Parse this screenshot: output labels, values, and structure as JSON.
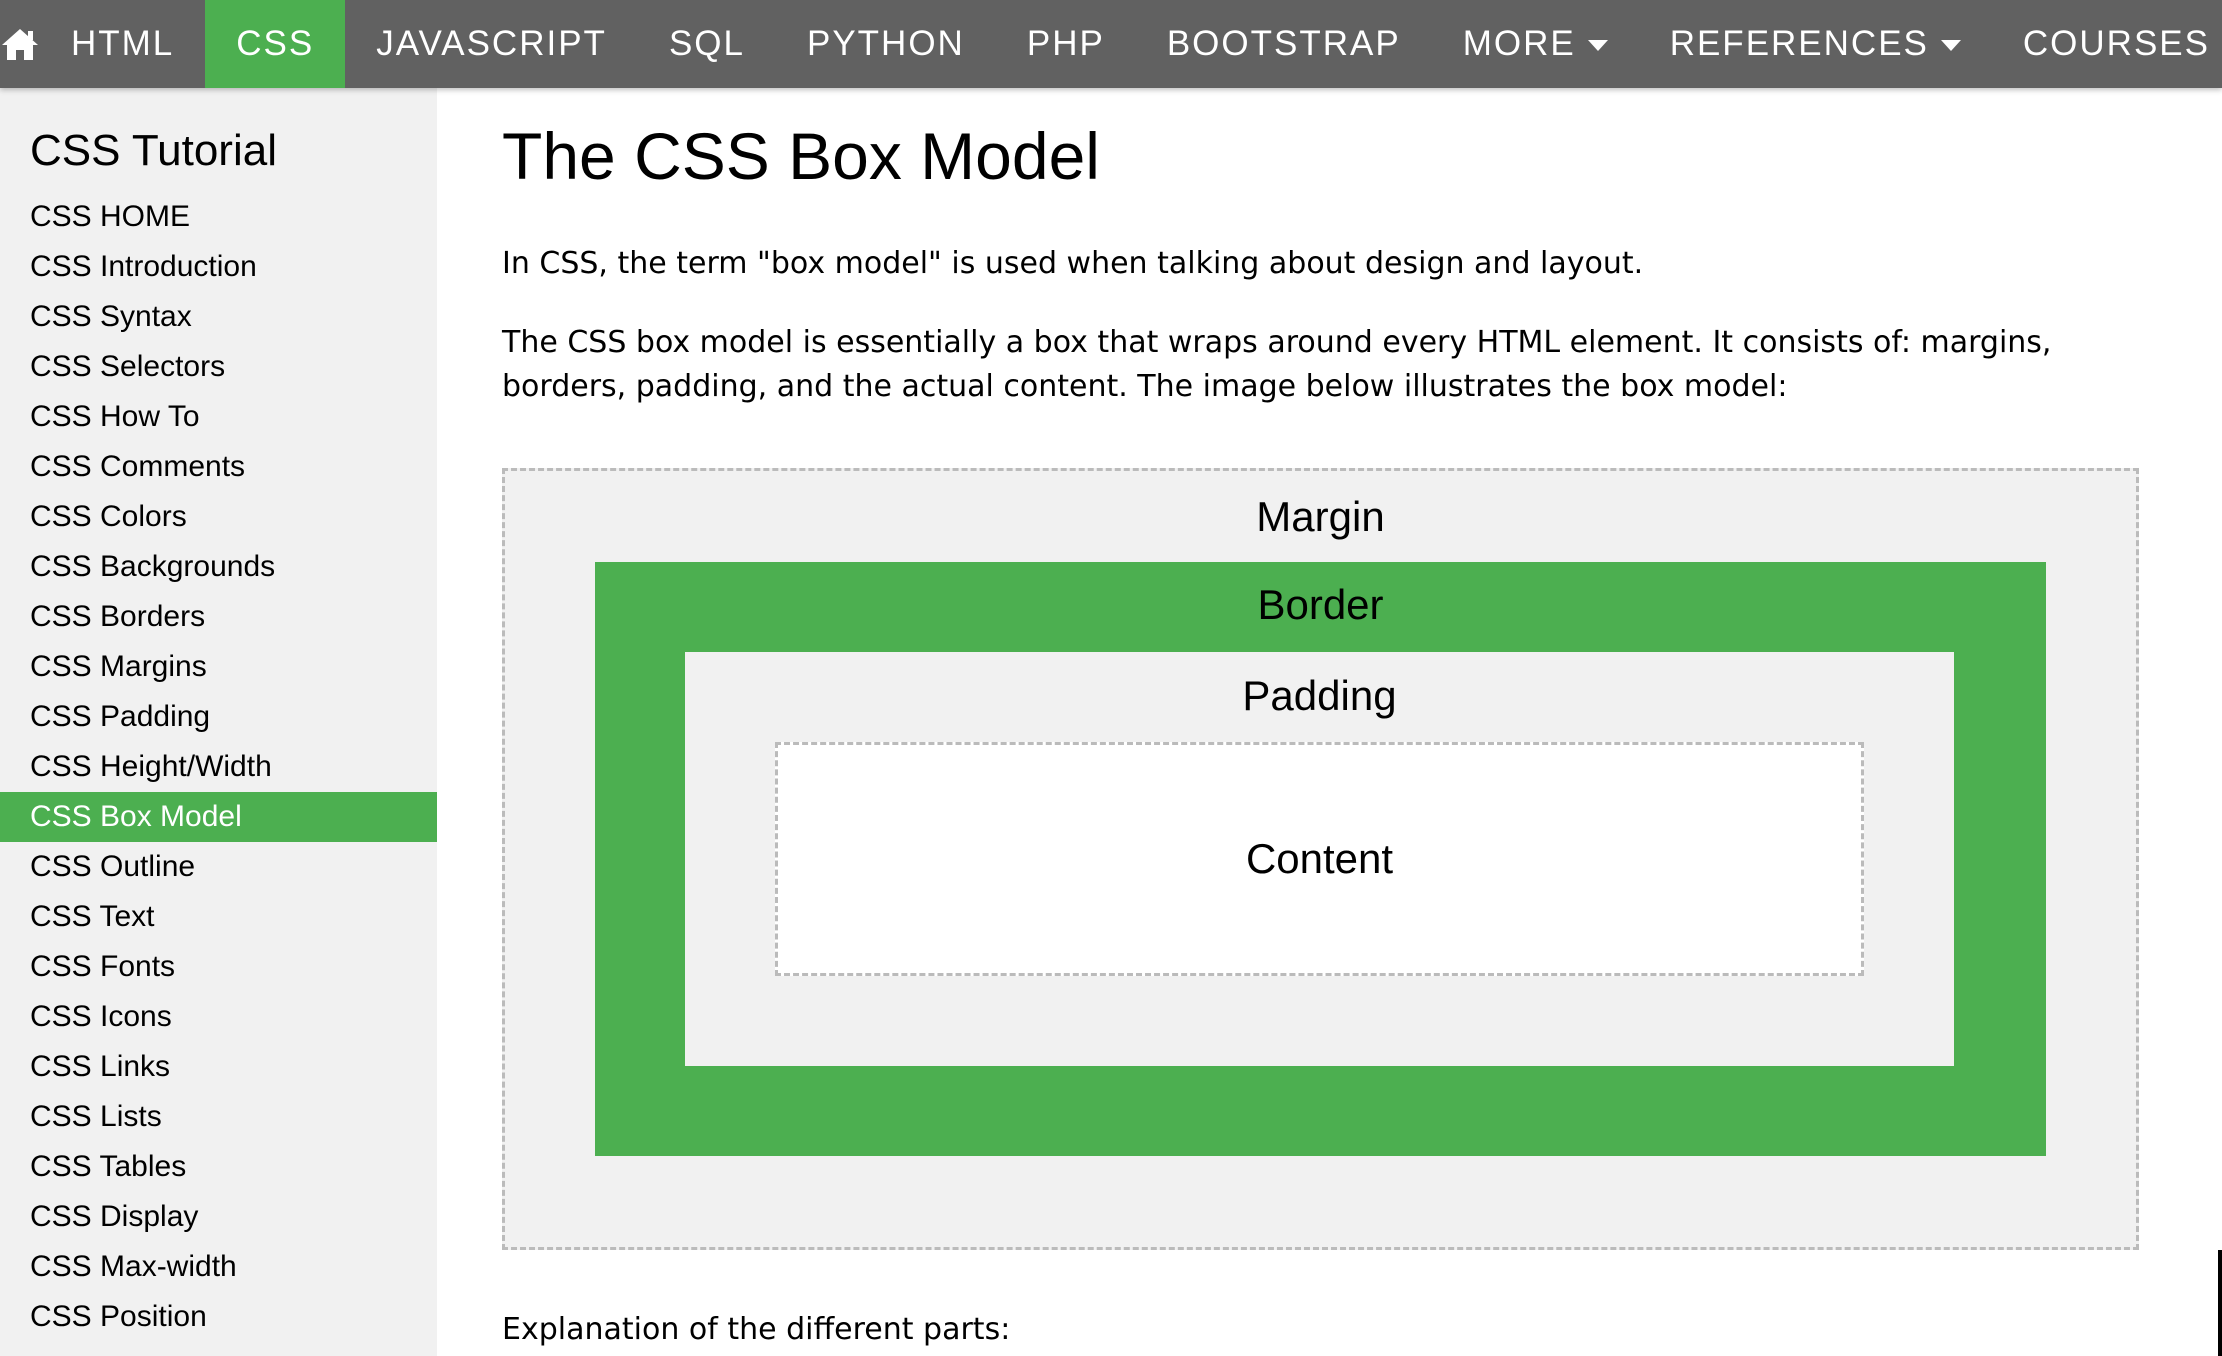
{
  "topnav": {
    "home_icon": "home-icon",
    "items": [
      {
        "label": "HTML"
      },
      {
        "label": "CSS",
        "active": true
      },
      {
        "label": "JAVASCRIPT"
      },
      {
        "label": "SQL"
      },
      {
        "label": "PYTHON"
      },
      {
        "label": "PHP"
      },
      {
        "label": "BOOTSTRAP"
      },
      {
        "label": "MORE",
        "icon": "caret-down-icon"
      },
      {
        "label": "REFERENCES",
        "icon": "caret-down-icon"
      },
      {
        "label": "COURSES"
      }
    ]
  },
  "sidebar": {
    "title": "CSS Tutorial",
    "items": [
      {
        "label": "CSS HOME"
      },
      {
        "label": "CSS Introduction"
      },
      {
        "label": "CSS Syntax"
      },
      {
        "label": "CSS Selectors"
      },
      {
        "label": "CSS How To"
      },
      {
        "label": "CSS Comments"
      },
      {
        "label": "CSS Colors"
      },
      {
        "label": "CSS Backgrounds"
      },
      {
        "label": "CSS Borders"
      },
      {
        "label": "CSS Margins"
      },
      {
        "label": "CSS Padding"
      },
      {
        "label": "CSS Height/Width"
      },
      {
        "label": "CSS Box Model",
        "active": true
      },
      {
        "label": "CSS Outline"
      },
      {
        "label": "CSS Text"
      },
      {
        "label": "CSS Fonts"
      },
      {
        "label": "CSS Icons"
      },
      {
        "label": "CSS Links"
      },
      {
        "label": "CSS Lists"
      },
      {
        "label": "CSS Tables"
      },
      {
        "label": "CSS Display"
      },
      {
        "label": "CSS Max-width"
      },
      {
        "label": "CSS Position"
      }
    ]
  },
  "main": {
    "title": "The CSS Box Model",
    "intro": "In CSS, the term \"box model\" is used when talking about design and layout.",
    "description": "The CSS box model is essentially a box that wraps around every HTML element. It consists of: margins, borders, padding, and the actual content. The image below illustrates the box model:",
    "explanation_heading": "Explanation of the different parts:"
  },
  "diagram": {
    "margin_label": "Margin",
    "border_label": "Border",
    "padding_label": "Padding",
    "content_label": "Content"
  },
  "colors": {
    "nav_background": "#616161",
    "accent_green": "#4caf50",
    "sidebar_background": "#f1f1f1",
    "dashed_border": "#bbbbbb"
  }
}
